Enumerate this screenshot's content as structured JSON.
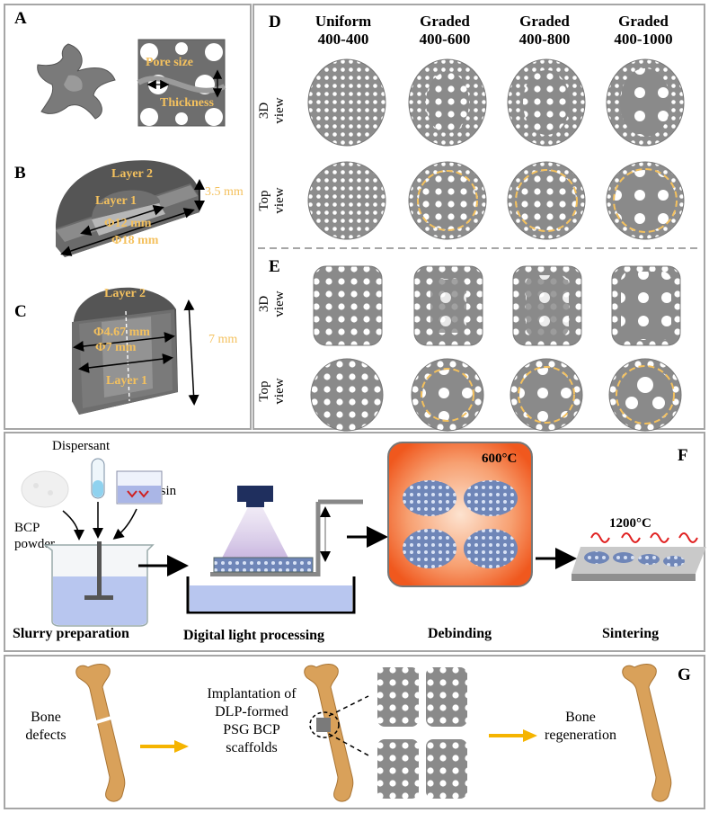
{
  "panel_labels": {
    "a": "A",
    "b": "B",
    "c": "C",
    "d": "D",
    "e": "E",
    "f": "F",
    "g": "G"
  },
  "panel_a": {
    "pore_size": "Pore size",
    "thickness": "Thickness"
  },
  "panel_b": {
    "layer2": "Layer 2",
    "layer1": "Layer 1",
    "inner_diameter": "Φ12 mm",
    "outer_diameter": "Φ18 mm",
    "height": "3.5 mm"
  },
  "panel_c": {
    "layer2": "Layer 2",
    "layer1": "Layer 1",
    "inner_diameter": "Φ4.67 mm",
    "outer_diameter": "Φ7 mm",
    "height": "7 mm"
  },
  "panel_de": {
    "columns": [
      {
        "line1": "Uniform",
        "line2": "400-400"
      },
      {
        "line1": "Graded",
        "line2": "400-600"
      },
      {
        "line1": "Graded",
        "line2": "400-800"
      },
      {
        "line1": "Graded",
        "line2": "400-1000"
      }
    ],
    "row_3d": {
      "line1": "3D",
      "line2": "view"
    },
    "row_top": {
      "line1": "Top",
      "line2": "view"
    }
  },
  "panel_f": {
    "dispersant": "Dispersant",
    "resin": "Resin",
    "bcp1": "BCP",
    "bcp2": "powder",
    "temp_debinding": "600°C",
    "temp_sintering": "1200°C",
    "steps": [
      "Slurry preparation",
      "Digital light processing",
      "Debinding",
      "Sintering"
    ]
  },
  "panel_g": {
    "defect": [
      "Bone",
      "defects"
    ],
    "implant": [
      "Implantation of",
      "DLP-formed",
      "PSG BCP",
      "scaffolds"
    ],
    "regen": [
      "Bone",
      "regeneration"
    ]
  },
  "colors": {
    "gold": "#f4c15e",
    "arrow": "#f5b400",
    "bone": "#d9a15a",
    "frame": "#a6a6a6",
    "orange": "#f26b2a"
  }
}
